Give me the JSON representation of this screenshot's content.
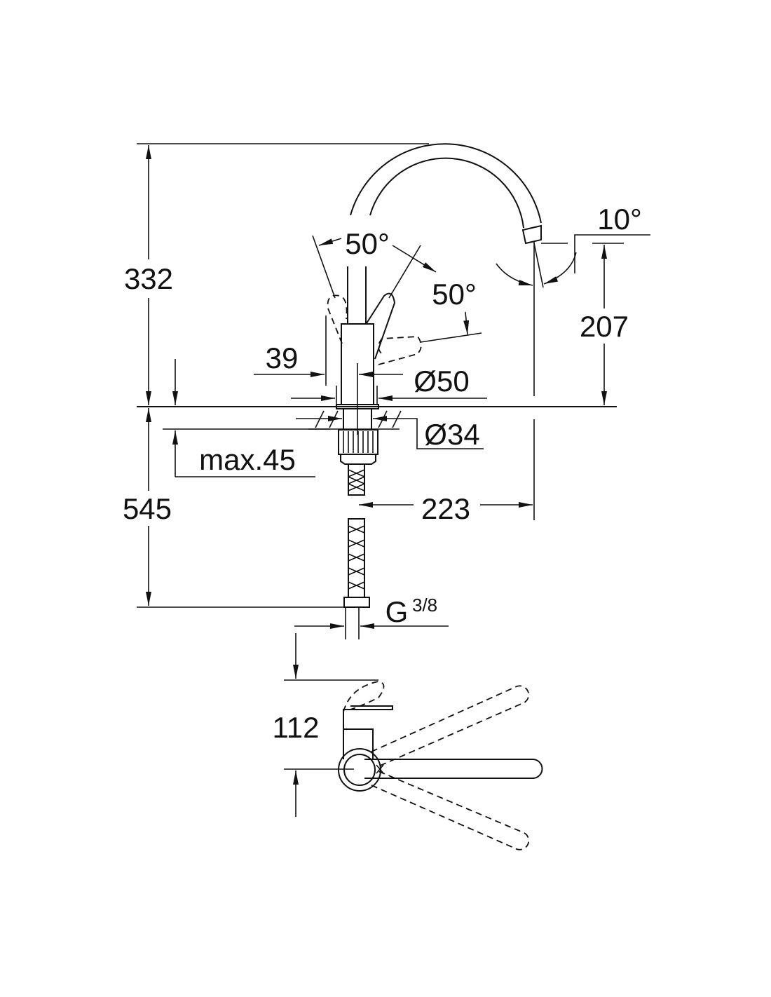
{
  "drawing": {
    "title": "Kitchen mixer tap dimension drawing",
    "line_color": "#111111",
    "background": "#ffffff",
    "dimensions": {
      "total_height_above_deck": "332",
      "below_deck_length": "545",
      "max_deck_thickness": "max.45",
      "handle_offset": "39",
      "handle_swing_left": "50°",
      "handle_swing_right": "50°",
      "body_diameter": "Ø50",
      "shank_diameter": "Ø34",
      "spout_angle": "10°",
      "spout_outlet_height": "207",
      "spout_reach": "223",
      "connection_thread": "G",
      "connection_thread_size": "3/8",
      "handle_clearance": "112"
    }
  }
}
